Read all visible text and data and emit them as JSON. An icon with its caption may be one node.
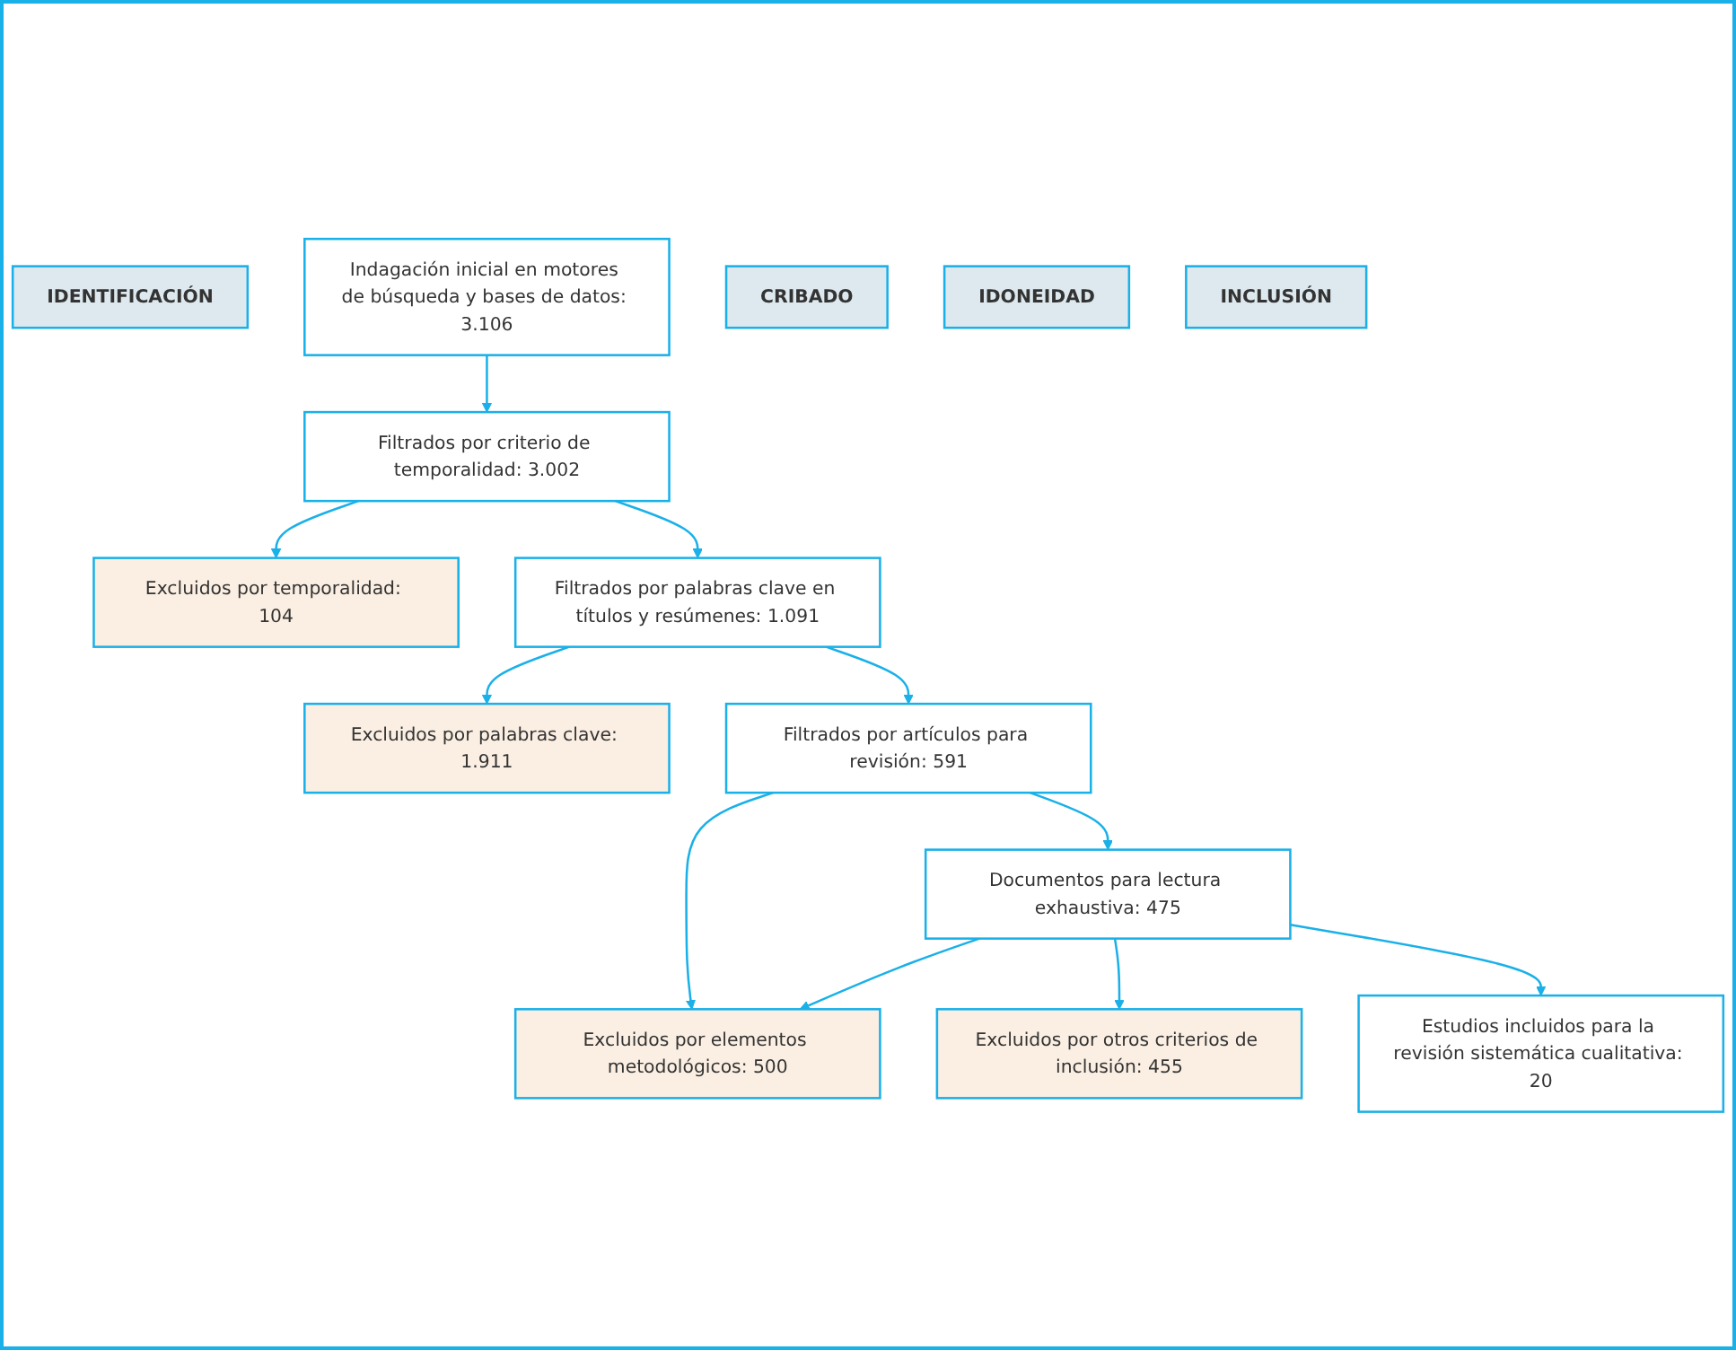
{
  "diagram": {
    "nodes": [
      {
        "text": [
          "IDENTIFICACIÓN"
        ]
      },
      {
        "text": [
          "Indagación inicial en motores de búsqueda y bases de datos: 3.106"
        ]
      },
      {
        "text": [
          "CRIBADO"
        ]
      },
      {
        "text": [
          "Filtrados por criterio de temporalidad: 3.002"
        ]
      },
      {
        "text": [
          "Excluidos por temporalidad: 104"
        ]
      },
      {
        "text": [
          "Filtrados por palabras clave en títulos y resúmenes: 1.091"
        ]
      },
      {
        "text": [
          "Excluidos por palabras clave: 1.911"
        ]
      },
      {
        "text": [
          "Filtrados por artículos para revisión: 591"
        ]
      },
      {
        "text": [
          "Excluidos por elementos metodológicos: 500"
        ]
      },
      {
        "text": [
          "IDONEIDAD"
        ]
      },
      {
        "text": [
          "Documentos para lectura exhaustiva: 475"
        ]
      },
      {
        "text": [
          "Excluidos por otros criterios de inclusión: 455"
        ]
      },
      {
        "text": [
          "INCLUSIÓN"
        ]
      },
      {
        "text": [
          "Estudios incluidos para la revisión sistemática cualitativa: 20"
        ]
      }
    ],
    "edges": [
      {
        "from": 1,
        "to": 3,
        "arrow": "to"
      },
      {
        "from": 3,
        "to": 4,
        "arrow": "to"
      },
      {
        "from": 3,
        "to": 5,
        "arrow": "to"
      },
      {
        "from": 5,
        "to": 6,
        "arrow": "to"
      },
      {
        "from": 5,
        "to": 7,
        "arrow": "to"
      },
      {
        "from": 7,
        "to": 8,
        "arrow": "to"
      },
      {
        "from": 7,
        "to": 10,
        "arrow": "to"
      },
      {
        "from": 10,
        "to": 8,
        "arrow": "to"
      },
      {
        "from": 10,
        "to": 11,
        "arrow": "to"
      },
      {
        "from": 10,
        "to": 13,
        "arrow": "to"
      }
    ]
  }
}
